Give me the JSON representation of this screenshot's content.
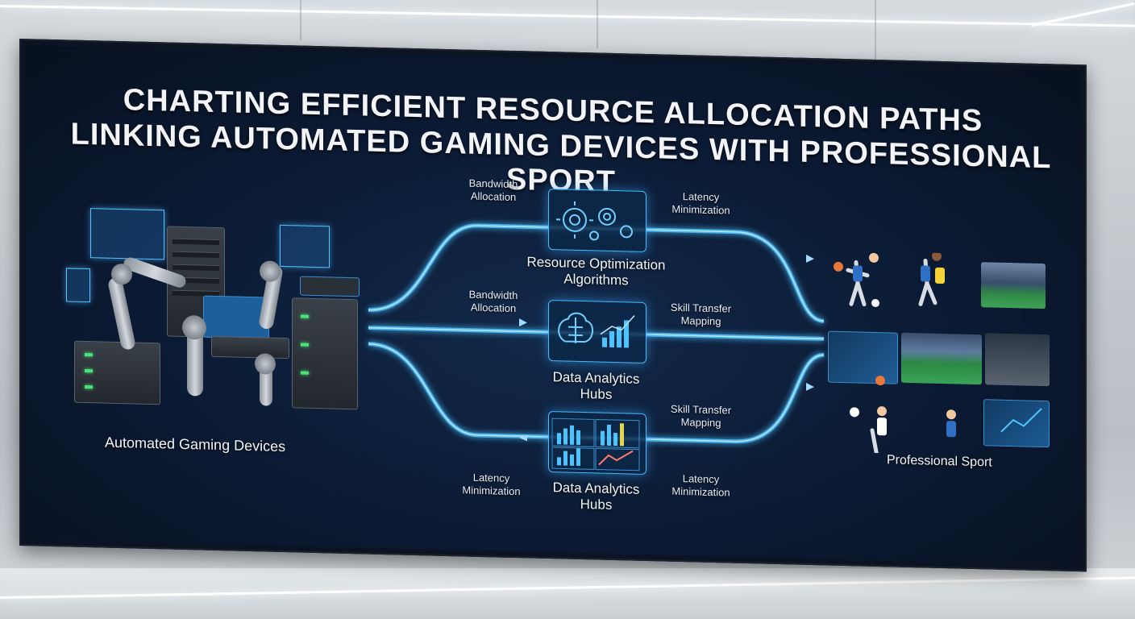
{
  "title": {
    "line1": "CHARTING EFFICIENT RESOURCE ALLOCATION PATHS",
    "line2": "LINKING AUTOMATED GAMING DEVICES WITH PROFESSIONAL SPORT"
  },
  "source": {
    "label": "Automated Gaming Devices"
  },
  "target": {
    "label": "Professional Sport"
  },
  "nodes": [
    {
      "label": "Resource Optimization Algorithms",
      "icon": "gears-icon"
    },
    {
      "label": "Data Analytics Hubs",
      "icon": "brain-analytics-icon"
    },
    {
      "label": "Data Analytics Hubs",
      "icon": "bar-charts-icon"
    }
  ],
  "edge_labels": {
    "top_left": "Bandwidth Allocation",
    "middle_left": "Bandwidth Allocation",
    "bottom_left": "Latency Minimization",
    "top_right": "Latency Minimization",
    "middle_right": "Skill Transfer Mapping",
    "lower_right": "Skill Transfer Mapping",
    "bottom_right": "Latency Minimization"
  },
  "colors": {
    "flow_glow": "#4fc3ff",
    "screen_bg": "#0b1a33",
    "accent": "#46b9ff"
  }
}
